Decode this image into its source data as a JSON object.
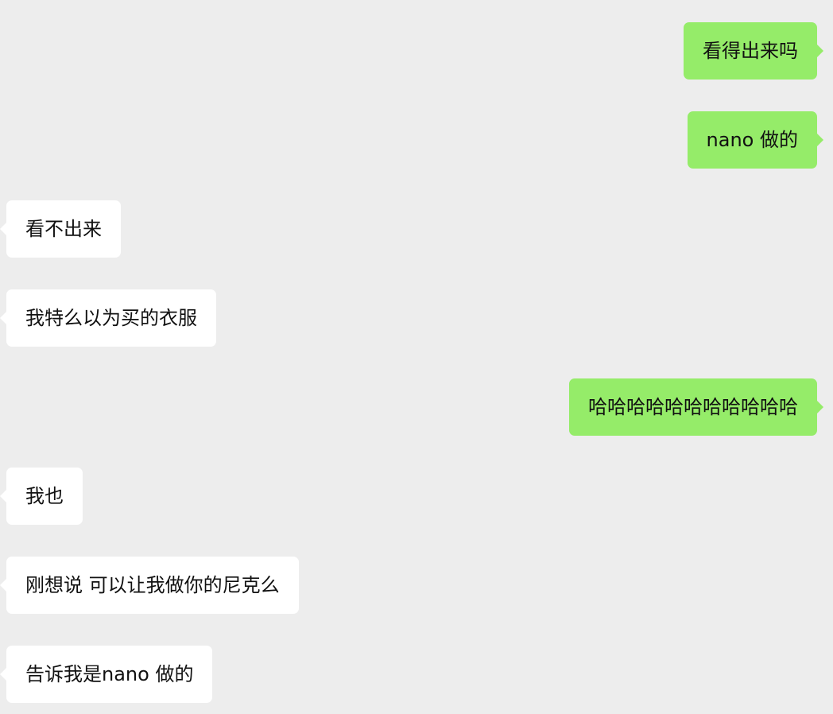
{
  "chat": {
    "background": "#ededed",
    "colors": {
      "self_bubble": "#95ec69",
      "other_bubble": "#ffffff"
    },
    "messages": [
      {
        "sender": "self",
        "text": "看得出来吗"
      },
      {
        "sender": "self",
        "text": "nano 做的"
      },
      {
        "sender": "other",
        "text": "看不出来"
      },
      {
        "sender": "other",
        "text": "我特么以为买的衣服"
      },
      {
        "sender": "self",
        "text": "哈哈哈哈哈哈哈哈哈哈哈"
      },
      {
        "sender": "other",
        "text": "我也"
      },
      {
        "sender": "other",
        "text": "刚想说 可以让我做你的尼克么"
      },
      {
        "sender": "other",
        "text": "告诉我是nano 做的"
      }
    ]
  }
}
